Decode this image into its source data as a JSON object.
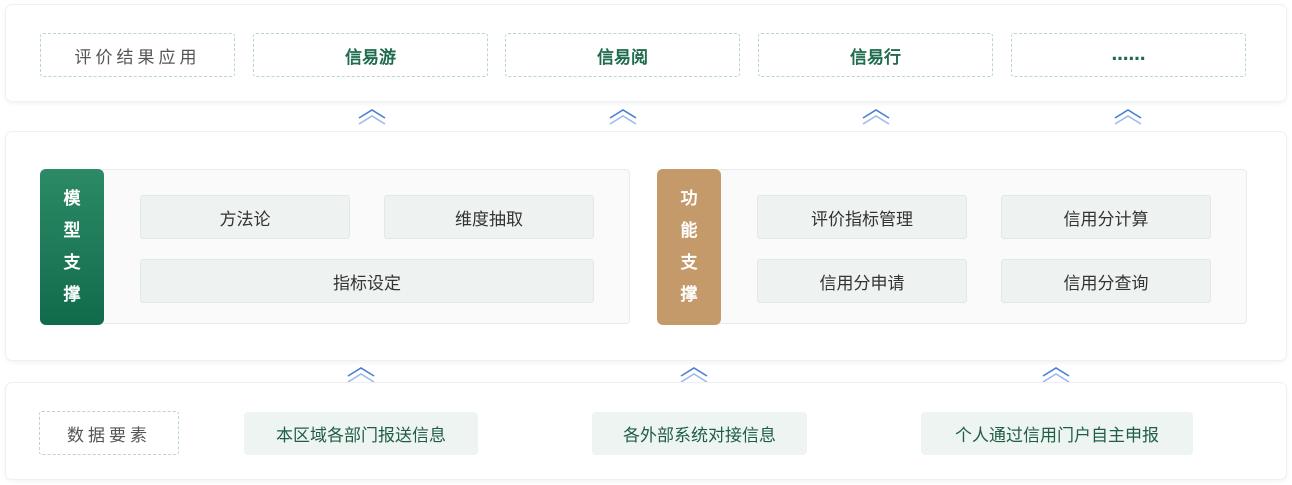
{
  "top": {
    "label": "评价结果应用",
    "apps": [
      "信易游",
      "信易阅",
      "信易行",
      "……"
    ]
  },
  "model": {
    "tag": [
      "模",
      "型",
      "支",
      "撑"
    ],
    "items": [
      "方法论",
      "维度抽取",
      "指标设定"
    ]
  },
  "function": {
    "tag": [
      "功",
      "能",
      "支",
      "撑"
    ],
    "items": [
      "评价指标管理",
      "信用分计算",
      "信用分申请",
      "信用分查询"
    ]
  },
  "bottom": {
    "label": "数据要素",
    "sources": [
      "本区域各部门报送信息",
      "各外部系统对接信息",
      "个人通过信用门户自主申报"
    ]
  },
  "colors": {
    "green": "#1e6b4d",
    "tan": "#c49a6b",
    "arrow": "#4a7fd4"
  }
}
